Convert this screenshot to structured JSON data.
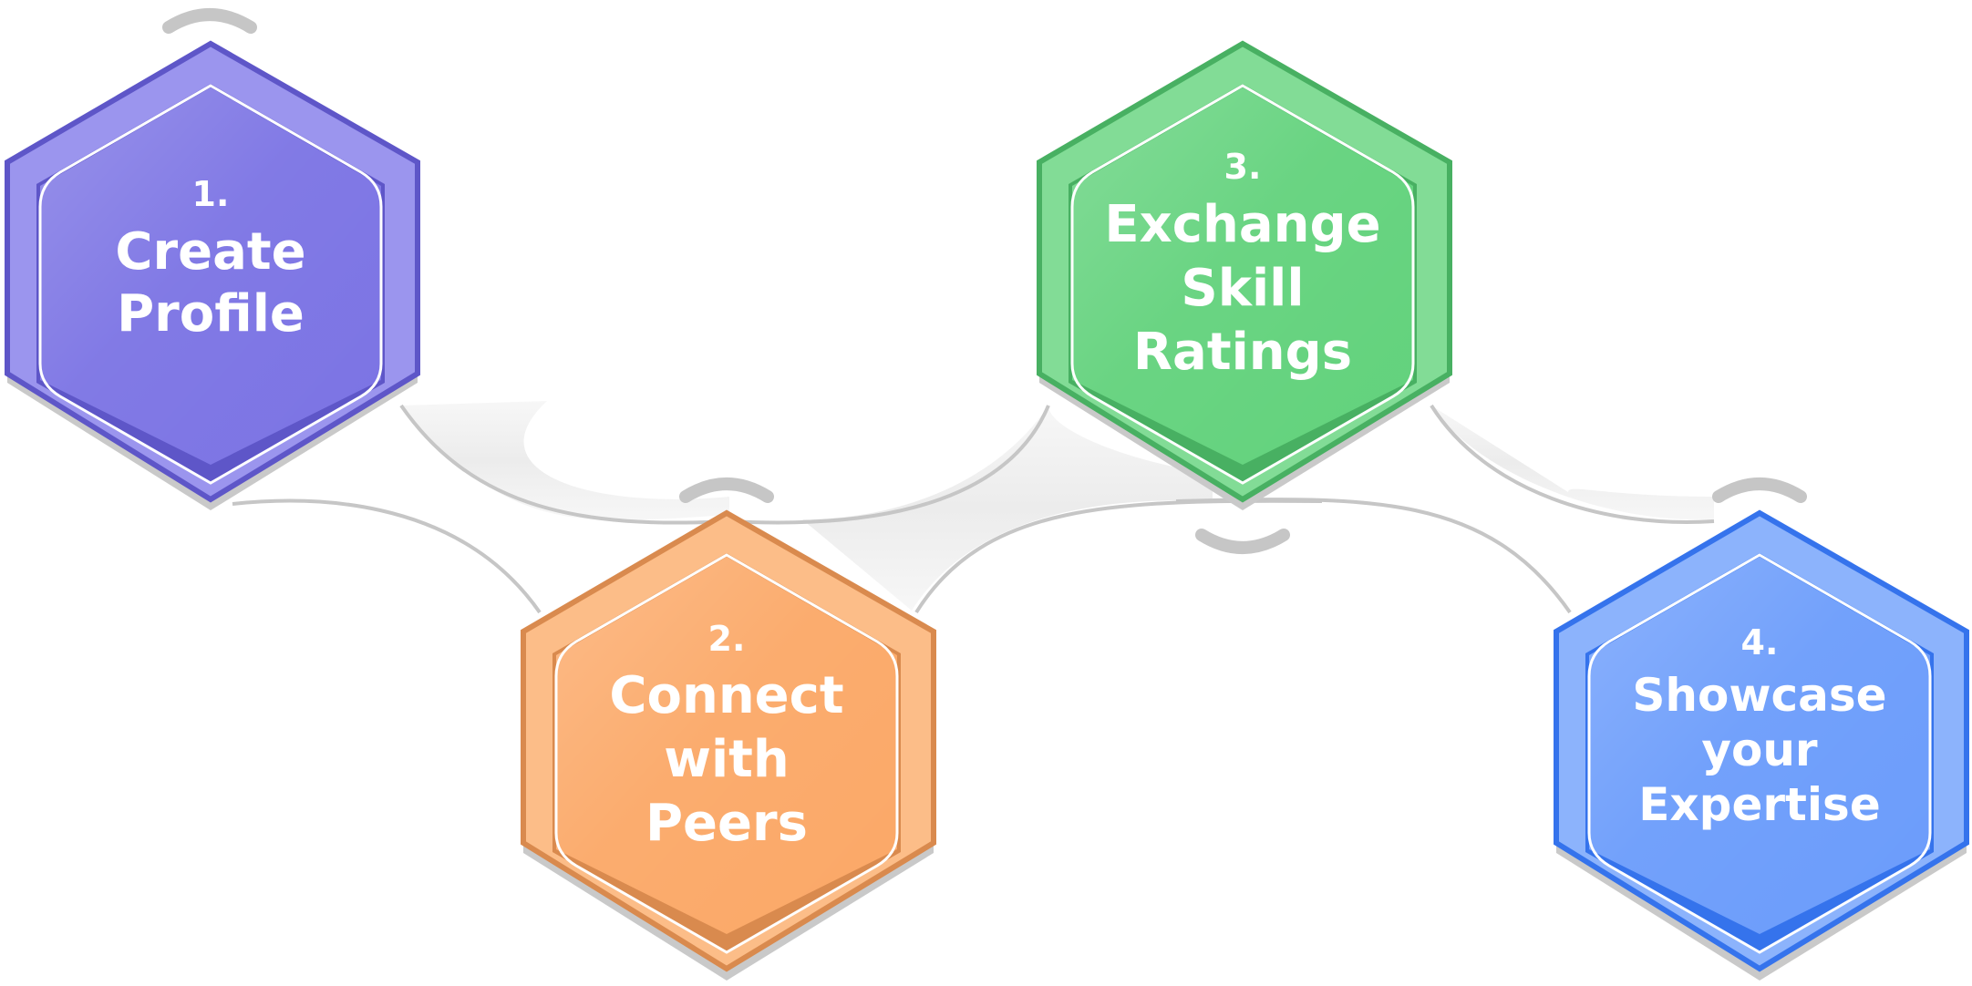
{
  "steps": [
    {
      "number": "1.",
      "lines": [
        "Create",
        "Profile"
      ],
      "color": "#7b73e4",
      "light": "#9b95ee",
      "dark": "#5e56c8"
    },
    {
      "number": "2.",
      "lines": [
        "Connect",
        "with",
        "Peers"
      ],
      "color": "#fba867",
      "light": "#fcbd88",
      "dark": "#d98a4e"
    },
    {
      "number": "3.",
      "lines": [
        "Exchange",
        "Skill",
        "Ratings"
      ],
      "color": "#62d27c",
      "light": "#82dc96",
      "dark": "#48b062"
    },
    {
      "number": "4.",
      "lines": [
        "Showcase",
        "your",
        "Expertise"
      ],
      "color": "#6b9cfb",
      "light": "#8cb3fc",
      "dark": "#3573ec"
    }
  ],
  "connector_color": "#c6c6c6"
}
